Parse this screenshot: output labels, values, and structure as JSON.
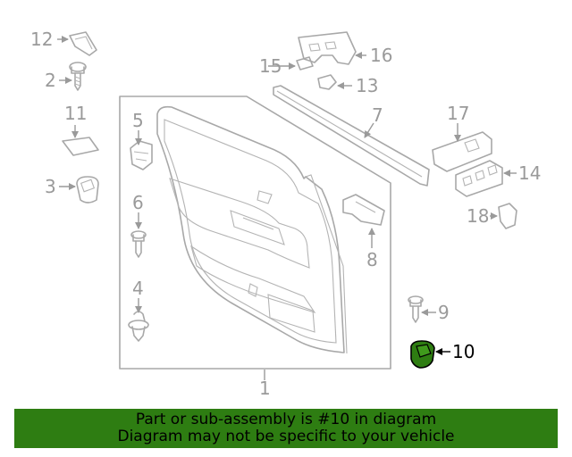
{
  "labels": {
    "p1": "1",
    "p2": "2",
    "p3": "3",
    "p4": "4",
    "p5": "5",
    "p6": "6",
    "p7": "7",
    "p8": "8",
    "p9": "9",
    "p10": "10",
    "p11": "11",
    "p12": "12",
    "p13": "13",
    "p14": "14",
    "p15": "15",
    "p16": "16",
    "p17": "17",
    "p18": "18"
  },
  "highlight": {
    "part": "10",
    "color": "#2e7d12"
  },
  "footer": {
    "line1": "Part or sub-assembly is #10 in diagram",
    "line2": "Diagram may not be specific to your vehicle",
    "background": "#2e7d12"
  }
}
